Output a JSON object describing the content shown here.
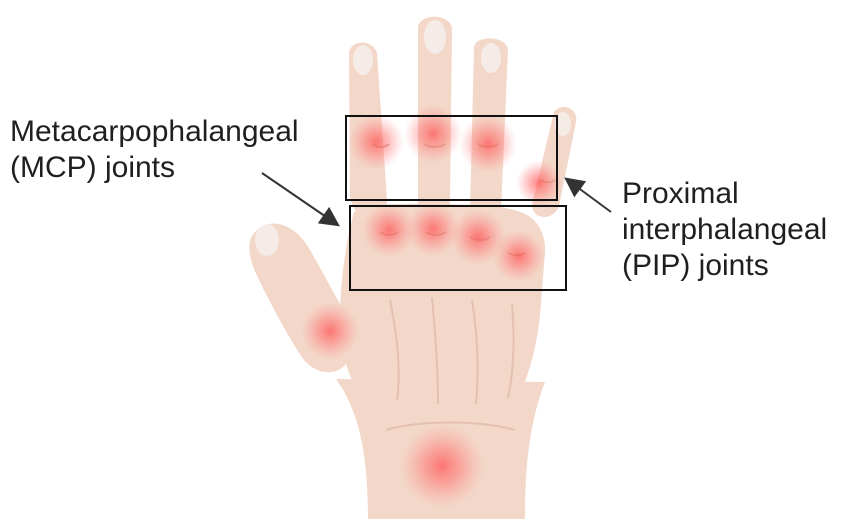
{
  "labels": {
    "mcp": {
      "line1": "Metacarpophalangeal",
      "line2": "(MCP) joints"
    },
    "pip": {
      "line1": "Proximal",
      "line2": "interphalangeal",
      "line3": "(PIP) joints"
    }
  },
  "colors": {
    "skin": "#f3d7c8",
    "skin_shadow": "#e9c3b1",
    "nail": "#f6ece7",
    "crease": "#d9b09d",
    "inflammation": "#ff5f5f",
    "box_stroke": "#111111",
    "text": "#1f1f1f"
  }
}
